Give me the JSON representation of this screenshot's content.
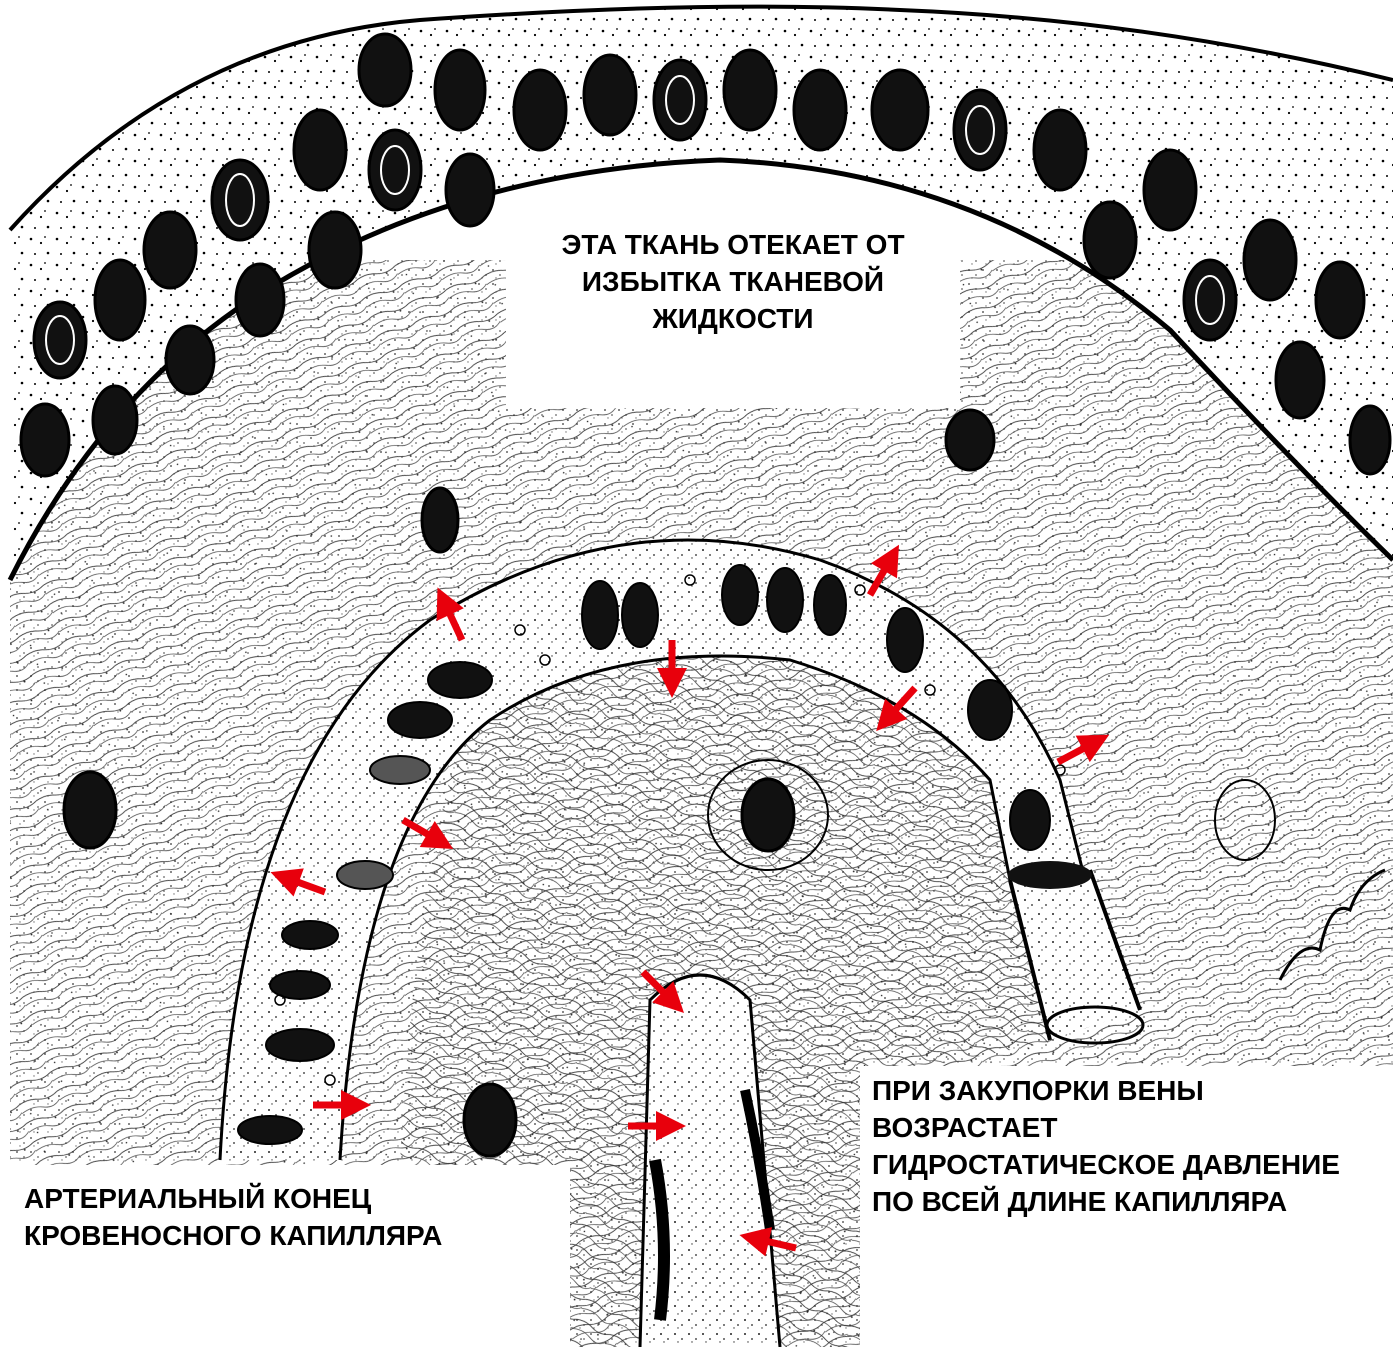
{
  "labels": {
    "top": [
      "ЭТА ТКАНЬ   ОТЕКАЕТ ОТ",
      "ИЗБЫТКА ТКАНЕВОЙ",
      "ЖИДКОСТИ"
    ],
    "bottom_left": [
      "АРТЕРИАЛЬНЫЙ КОНЕЦ",
      "КРОВЕНОСНОГО КАПИЛЛЯРА"
    ],
    "bottom_right": [
      "ПРИ ЗАКУПОРКИ ВЕНЫ",
      "ВОЗРАСТАЕТ",
      "ГИДРОСТАТИЧЕСКОЕ ДАВЛЕНИЕ",
      "ПО ВСЕЙ ДЛИНЕ КАПИЛЛЯРА"
    ]
  },
  "colors": {
    "arrow": "#e8000c",
    "ink": "#111111",
    "paper": "#ffffff"
  }
}
